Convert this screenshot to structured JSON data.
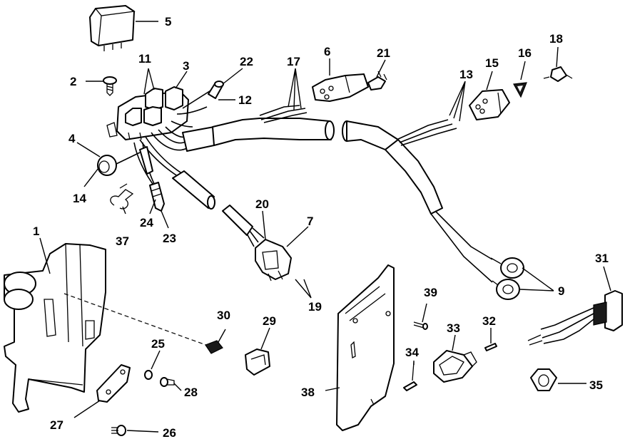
{
  "diagram": {
    "callouts": [
      "1",
      "2",
      "3",
      "4",
      "5",
      "6",
      "7",
      "9",
      "11",
      "12",
      "13",
      "14",
      "15",
      "16",
      "17",
      "18",
      "19",
      "20",
      "21",
      "22",
      "23",
      "24",
      "25",
      "26",
      "27",
      "28",
      "29",
      "30",
      "31",
      "32",
      "33",
      "34",
      "35",
      "37",
      "38",
      "39"
    ]
  }
}
